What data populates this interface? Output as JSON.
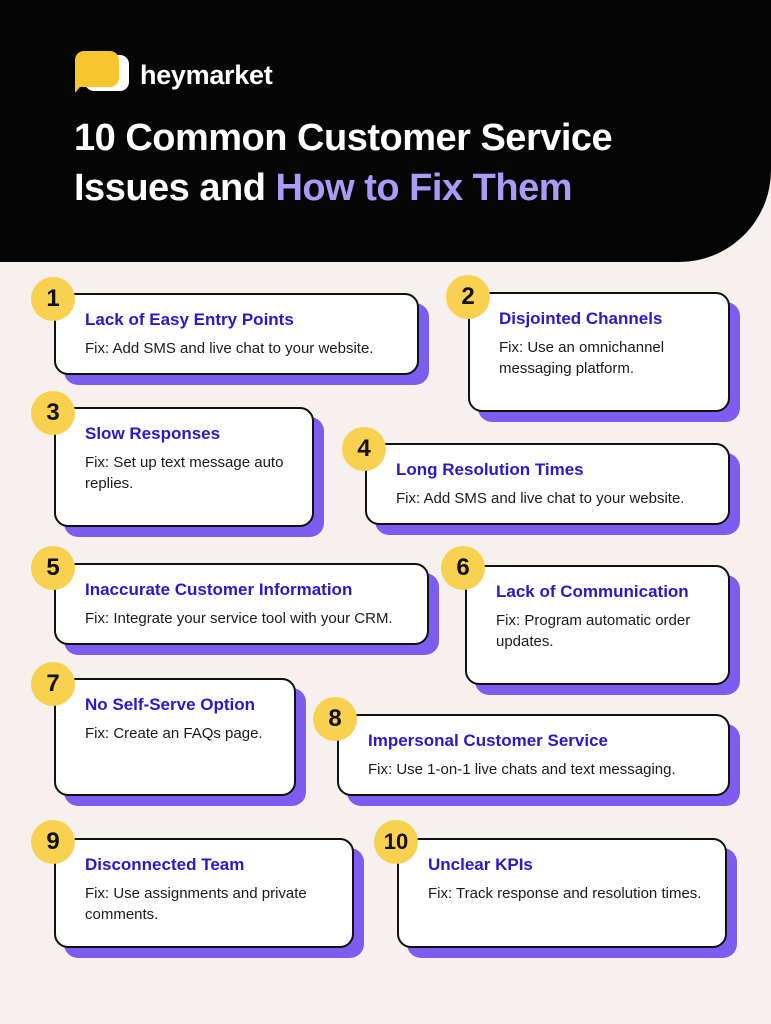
{
  "brand": {
    "name": "heymarket",
    "logo_icon": "chat-bubble-icon",
    "colors": {
      "yellow": "#f7c62f",
      "purple": "#7b5ef0",
      "title_blue": "#2a18c9",
      "accent_lavender": "#a99cf6"
    }
  },
  "header": {
    "title_part1": "10 Common Customer Service Issues and ",
    "title_part2": "How to Fix Them"
  },
  "items": [
    {
      "number": "1",
      "title": "Lack of Easy Entry Points",
      "fix": "Fix: Add SMS and live chat to your website."
    },
    {
      "number": "2",
      "title": "Disjointed Channels",
      "fix": "Fix: Use an omnichannel messaging platform."
    },
    {
      "number": "3",
      "title": "Slow Responses",
      "fix": "Fix: Set up text message auto replies."
    },
    {
      "number": "4",
      "title": "Long Resolution Times",
      "fix": "Fix: Add SMS and live chat to your website."
    },
    {
      "number": "5",
      "title": "Inaccurate Customer Information",
      "fix": "Fix: Integrate your service tool with your CRM."
    },
    {
      "number": "6",
      "title": "Lack of Communication",
      "fix": "Fix: Program automatic order updates."
    },
    {
      "number": "7",
      "title": "No Self-Serve Option",
      "fix": "Fix: Create an FAQs page."
    },
    {
      "number": "8",
      "title": "Impersonal Customer Service",
      "fix": "Fix: Use 1-on-1 live chats and text messaging."
    },
    {
      "number": "9",
      "title": "Disconnected Team",
      "fix": "Fix: Use assignments and private comments."
    },
    {
      "number": "10",
      "title": "Unclear KPIs",
      "fix": "Fix: Track response and resolution times."
    }
  ]
}
